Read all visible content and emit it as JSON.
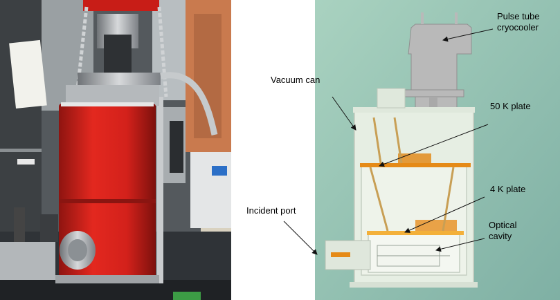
{
  "labels": {
    "pulse_tube": "Pulse tube\ncryocooler",
    "vacuum_can": "Vacuum can",
    "plate_50k": "50 K plate",
    "plate_4k": "4 K plate",
    "incident_port": "Incident port",
    "optical_cavity": "Optical\ncavity"
  },
  "colors": {
    "diagram_bg": "#9fc7b6",
    "cryocooler": "#b9b9b9",
    "shield": "#e8efe3",
    "plate": "#e58a17",
    "can_red": "#d8231c",
    "photo_bg": "#5a5f63"
  }
}
